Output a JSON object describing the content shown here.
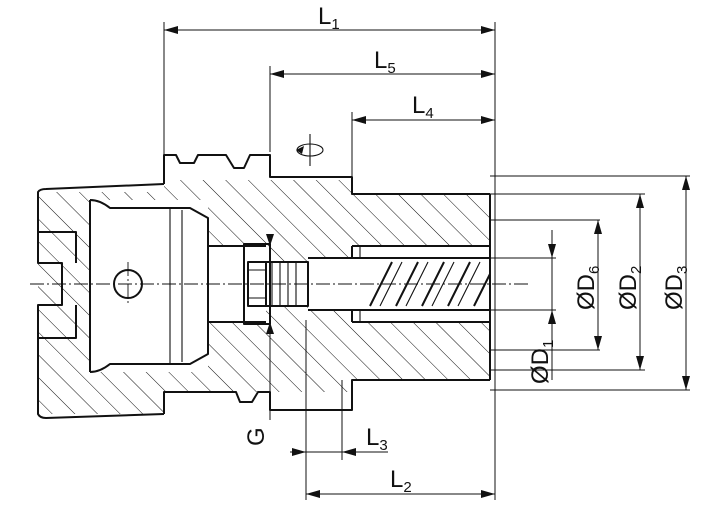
{
  "labels": {
    "L1": {
      "main": "L",
      "sub": "1"
    },
    "L5": {
      "main": "L",
      "sub": "5"
    },
    "L4": {
      "main": "L",
      "sub": "4"
    },
    "L3": {
      "main": "L",
      "sub": "3"
    },
    "L2": {
      "main": "L",
      "sub": "2"
    },
    "G": "G",
    "D1": {
      "main": "ØD",
      "sub": "1"
    },
    "D6": {
      "main": "ØD",
      "sub": "6"
    },
    "D2": {
      "main": "ØD",
      "sub": "2"
    },
    "D3": {
      "main": "ØD",
      "sub": "3"
    }
  }
}
